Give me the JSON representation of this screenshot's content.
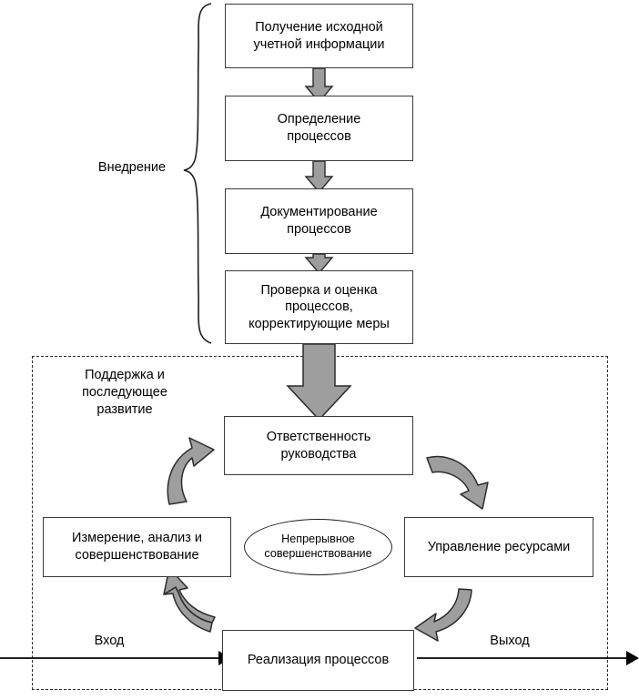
{
  "diagram": {
    "title_text_language": "ru",
    "colors": {
      "arrow_fill": "#9e9e9e",
      "arrow_stroke": "#2b2b2b",
      "box_stroke": "#3a3a3a",
      "dashed_stroke": "#2b2b2b",
      "text": "#000000",
      "background": "#ffffff"
    },
    "implementation_group": {
      "label": "Внедрение",
      "steps": [
        {
          "id": "step-1",
          "text": "Получение исходной\nучетной информации"
        },
        {
          "id": "step-2",
          "text": "Определение\nпроцессов"
        },
        {
          "id": "step-3",
          "text": "Документирование\nпроцессов"
        },
        {
          "id": "step-4",
          "text": "Проверка и оценка\nпроцессов,\nкорректирующие меры"
        }
      ]
    },
    "support_region": {
      "label": "Поддержка и\nпоследующее\nразвитие",
      "nodes": {
        "top": "Ответственность\nруководства",
        "left": "Измерение, анализ и\nсовершенствование",
        "right": "Управление ресурсами",
        "bottom": "Реализация процессов",
        "center": "Непрерывное\nсовершенствование"
      },
      "flow": {
        "input": "Вход",
        "output": "Выход"
      }
    }
  }
}
